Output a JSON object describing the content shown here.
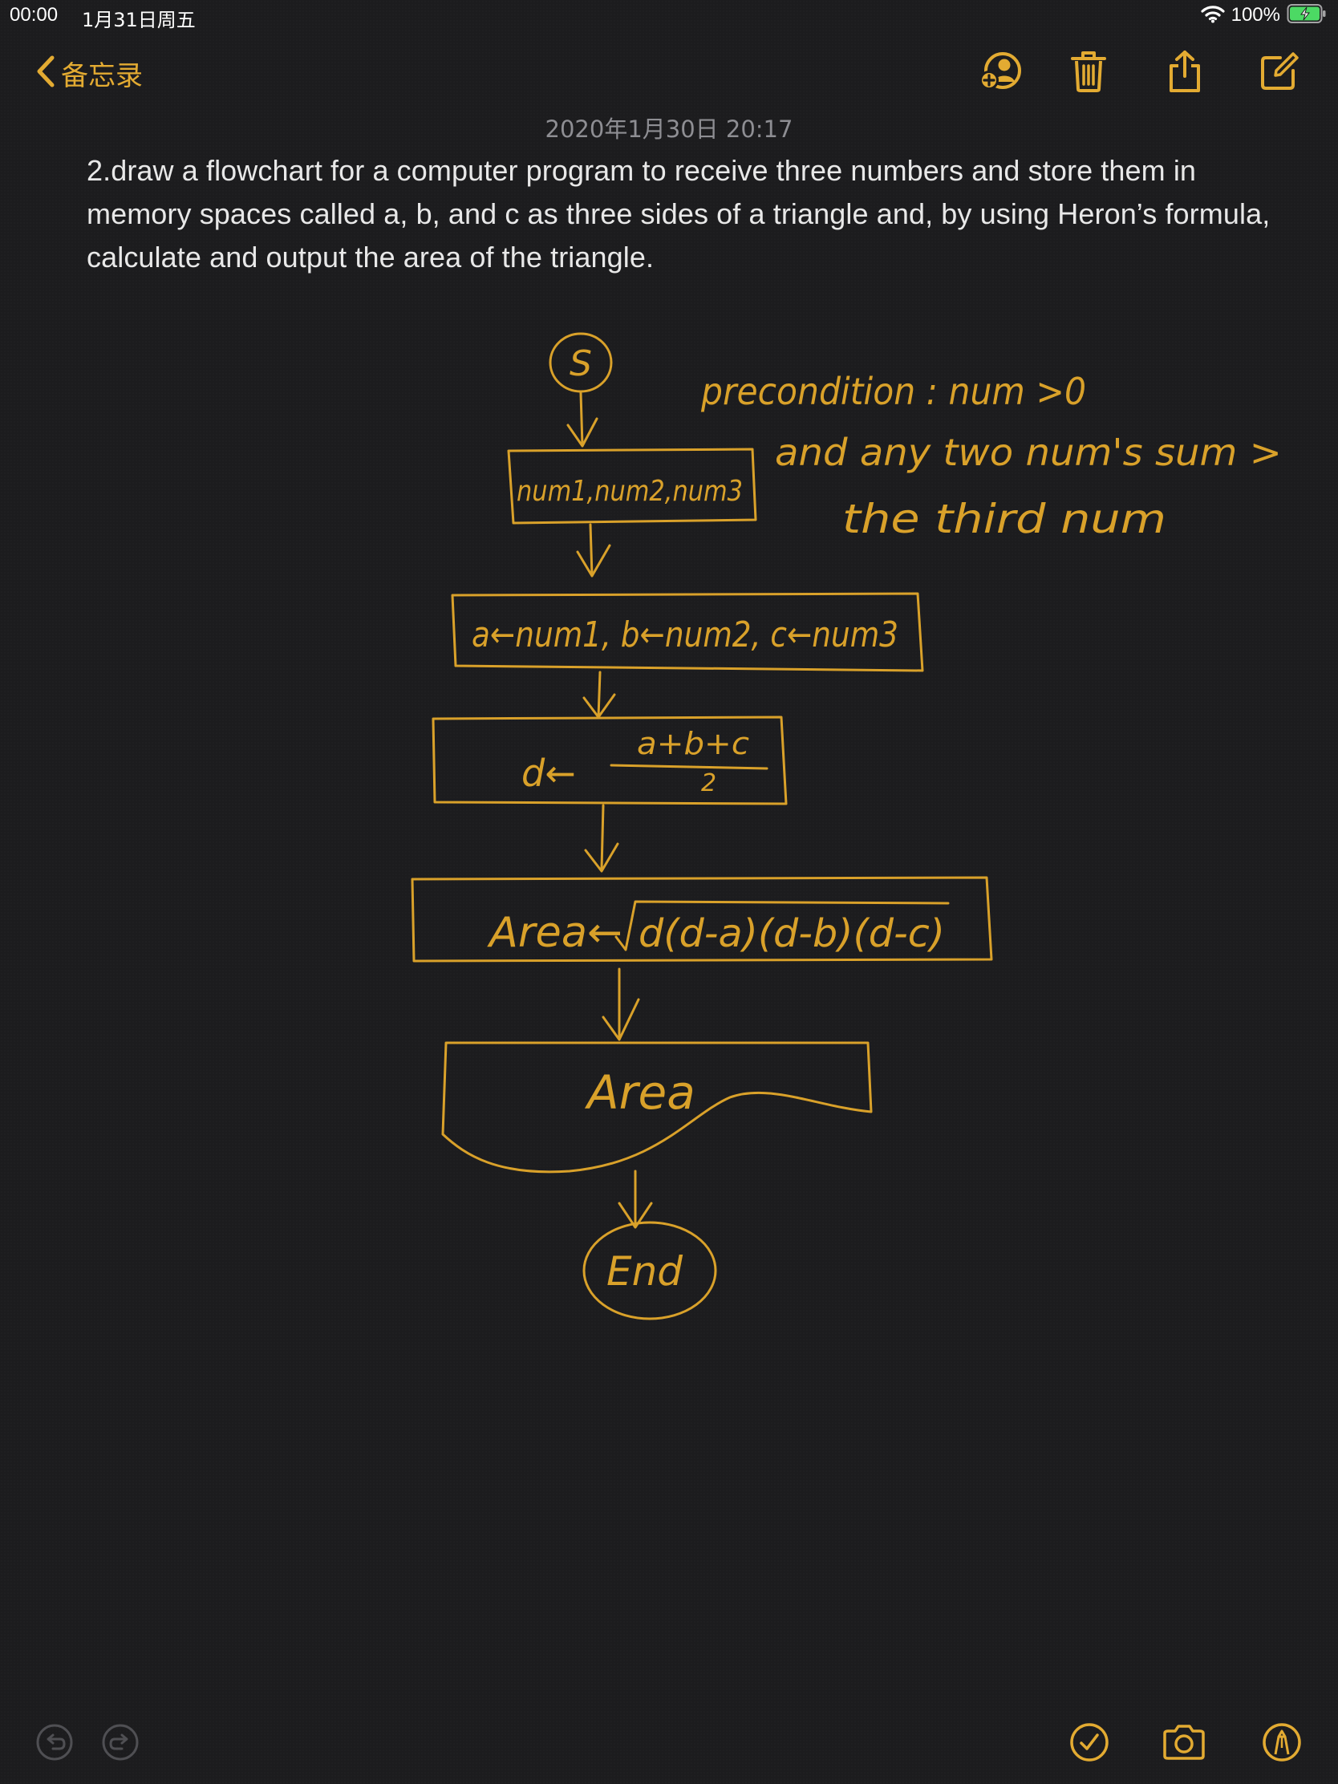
{
  "status_bar": {
    "time": "00:00",
    "date": "1月31日周五",
    "battery_percent": "100%",
    "battery_level": 1.0
  },
  "nav": {
    "back_label": "备忘录"
  },
  "toolbar": {
    "icons": [
      "add-person-icon",
      "trash-icon",
      "share-icon",
      "compose-icon"
    ]
  },
  "note": {
    "date": "2020年1月30日 20:17",
    "body": "2.draw a flowchart for a computer program to receive three numbers and store them in memory spaces called a, b, and c as three sides of a triangle and, by using Heron’s formula, calculate and output the area of the triangle."
  },
  "drawing": {
    "start": "S",
    "input": "num1,num2,num3",
    "assign": "a←num1, b←num2, c←num3",
    "d_lhs": "d←",
    "d_numerator": "a+b+c",
    "d_denominator": "2",
    "area_lhs": "Area←",
    "area_rhs": "d(d-a)(d-b)(d-c)",
    "output": "Area",
    "end": "End",
    "precondition_1": "precondition : num >0",
    "precondition_2": "and any two num's sum >",
    "precondition_3": "the third num"
  },
  "bottom_bar": {
    "icons": [
      "undo-icon",
      "redo-icon",
      "checklist-icon",
      "camera-icon",
      "markup-icon"
    ]
  },
  "colors": {
    "background": "#1c1c1e",
    "accent": "#e3ab32",
    "ink": "#d9a12a",
    "text": "#e8e8e8",
    "date": "#8e8e93"
  }
}
